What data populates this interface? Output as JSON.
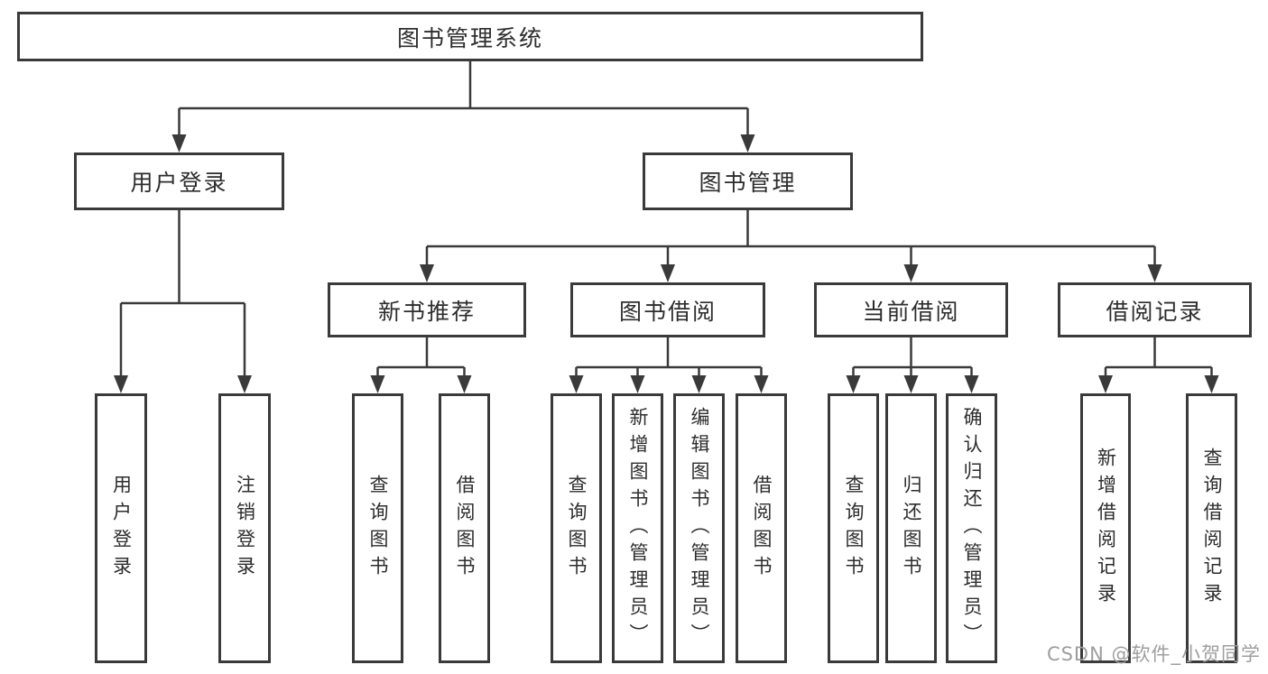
{
  "colors": {
    "line": "#3a3a3a",
    "box_border": "#3a3a3a",
    "box_fill": "#ffffff",
    "text": "#2d2d2d",
    "watermark": "#9e9e9e",
    "background": "#ffffff"
  },
  "watermark": "CSDN @软件_小贺同学",
  "tree": {
    "label": "图书管理系统",
    "children": [
      {
        "label": "用户登录",
        "children": [
          {
            "label": "用户登录"
          },
          {
            "label": "注销登录"
          }
        ]
      },
      {
        "label": "图书管理",
        "children": [
          {
            "label": "新书推荐",
            "children": [
              {
                "label": "查询图书"
              },
              {
                "label": "借阅图书"
              }
            ]
          },
          {
            "label": "图书借阅",
            "children": [
              {
                "label": "查询图书"
              },
              {
                "label": "新增图书（管理员）"
              },
              {
                "label": "编辑图书（管理员）"
              },
              {
                "label": "借阅图书"
              }
            ]
          },
          {
            "label": "当前借阅",
            "children": [
              {
                "label": "查询图书"
              },
              {
                "label": "归还图书"
              },
              {
                "label": "确认归还（管理员）"
              }
            ]
          },
          {
            "label": "借阅记录",
            "children": [
              {
                "label": "新增借阅记录"
              },
              {
                "label": "查询借阅记录"
              }
            ]
          }
        ]
      }
    ]
  }
}
